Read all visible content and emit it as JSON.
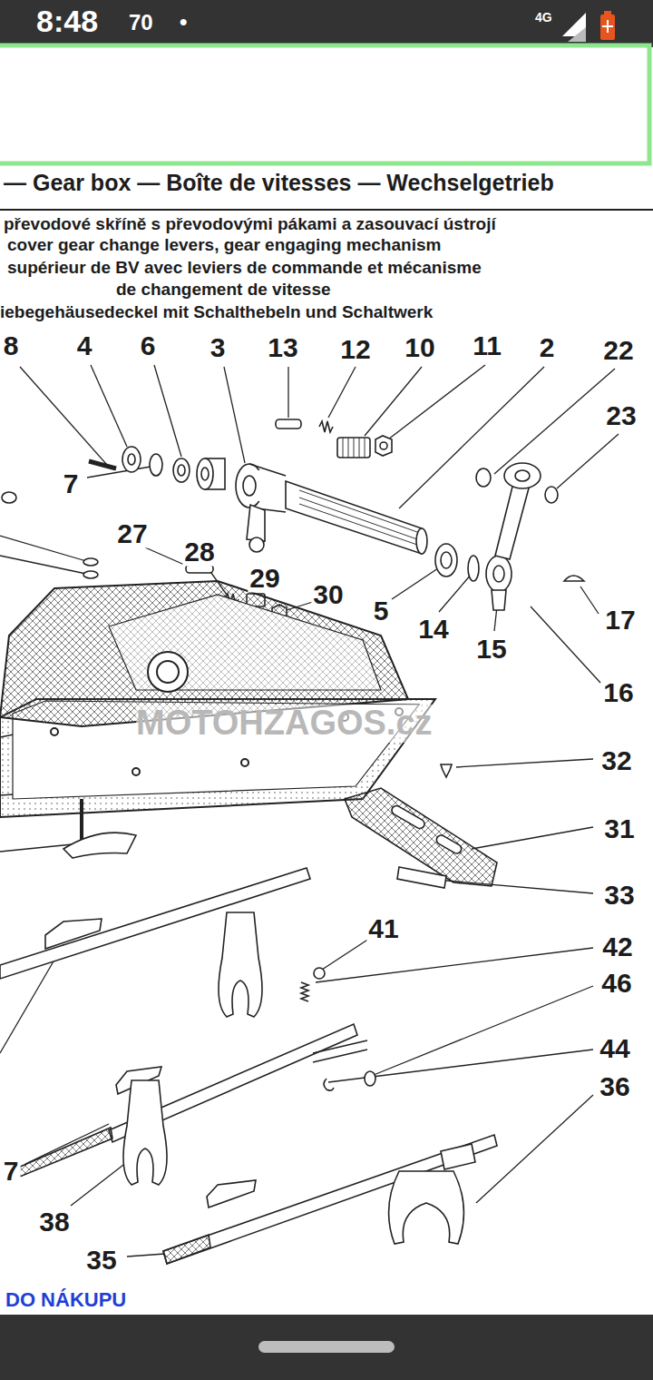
{
  "diagram": {
    "title": "— Gear box — Boîte de vitesses — Wechselgetrieb",
    "labels": [
      "8:48",
      "70",
      "•",
      "4G",
      "převodové skříně s převodovými pákami a zasouvací ústrojí",
      "cover gear change levers, gear engaging mechanism",
      "supérieur de BV avec leviers de commande et mécanisme",
      "de changement de vitesse",
      "iebegehäusedeckel mit Schalthebeln und Schaltwerk",
      "8",
      "4",
      "6",
      "3",
      "13",
      "12",
      "10",
      "11",
      "2",
      "22",
      "23",
      "7",
      "27",
      "28",
      "29",
      "30",
      "5",
      "14",
      "15",
      "17",
      "16",
      "32",
      "31",
      "33",
      "41",
      "42",
      "46",
      "44",
      "36",
      "7",
      "38",
      "35",
      "MOTOHZAGOS.cz",
      "DO NÁKUPU"
    ]
  }
}
